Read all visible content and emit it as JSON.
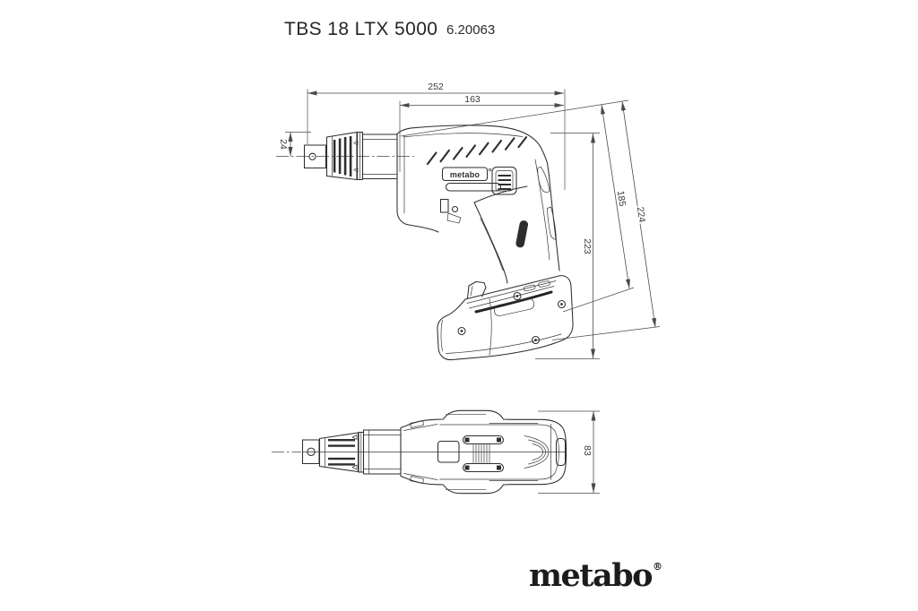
{
  "header": {
    "title": "TBS 18 LTX 5000",
    "order_number": "6.20063"
  },
  "dimensions": {
    "total_length": "252",
    "body_length": "163",
    "nose_height": "24",
    "height_total": "223",
    "height_to_grip": "185",
    "height_with_battery": "224",
    "width": "83"
  },
  "tool": {
    "body_brand_label": "metabo"
  },
  "brand": {
    "logo_text": "metabo",
    "registered": "®"
  }
}
